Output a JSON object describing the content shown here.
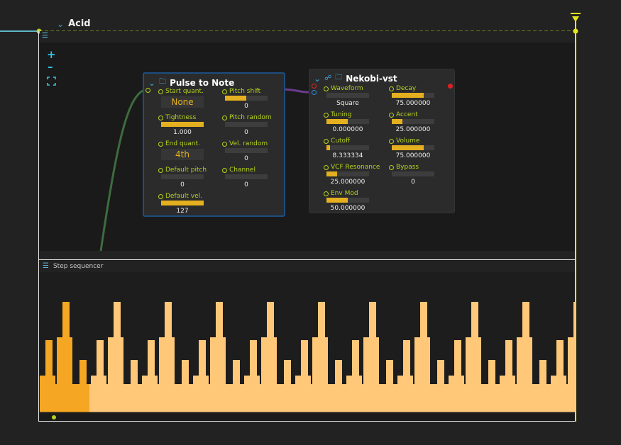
{
  "header": {
    "title": "Acid"
  },
  "nodes": {
    "pulse": {
      "title": "Pulse to Note",
      "params": [
        {
          "label": "Start quant.",
          "kind": "select",
          "value": "None"
        },
        {
          "label": "Pitch shift",
          "kind": "slider",
          "fill": 0.5,
          "value": "0"
        },
        {
          "label": "Tightness",
          "kind": "slider",
          "fill": 1.0,
          "value": "1.000"
        },
        {
          "label": "Pitch random",
          "kind": "slider",
          "fill": 0,
          "value": "0"
        },
        {
          "label": "End quant.",
          "kind": "select",
          "value": "4th"
        },
        {
          "label": "Vel. random",
          "kind": "slider",
          "fill": 0,
          "value": "0"
        },
        {
          "label": "Default pitch",
          "kind": "slider",
          "fill": 0,
          "value": "0"
        },
        {
          "label": "Channel",
          "kind": "slider",
          "fill": 0,
          "value": "0"
        },
        {
          "label": "Default vel.",
          "kind": "slider",
          "fill": 1.0,
          "value": "127"
        }
      ]
    },
    "nekobi": {
      "title": "Nekobi-vst",
      "params": [
        {
          "label": "Waveform",
          "kind": "slider",
          "fill": 0,
          "value": "Square"
        },
        {
          "label": "Decay",
          "kind": "slider",
          "fill": 0.75,
          "value": "75.000000"
        },
        {
          "label": "Tuning",
          "kind": "slider",
          "fill": 0.5,
          "value": "0.000000"
        },
        {
          "label": "Accent",
          "kind": "slider",
          "fill": 0.25,
          "value": "25.000000"
        },
        {
          "label": "Cutoff",
          "kind": "slider",
          "fill": 0.08,
          "value": "8.333334"
        },
        {
          "label": "Volume",
          "kind": "slider",
          "fill": 0.75,
          "value": "75.000000"
        },
        {
          "label": "VCF Resonance",
          "kind": "slider",
          "fill": 0.25,
          "value": "25.000000"
        },
        {
          "label": "Bypass",
          "kind": "slider",
          "fill": 0,
          "value": "0"
        },
        {
          "label": "Env Mod",
          "kind": "slider",
          "fill": 0.5,
          "value": "50.000000"
        }
      ]
    }
  },
  "sequencer": {
    "title": "Step sequencer"
  },
  "icons": {
    "menu": "hamburger-icon",
    "zoom_in": "plus-icon",
    "zoom_out": "minus-icon",
    "fit": "fit-view-icon"
  },
  "colors": {
    "accent_yellow": "#e4b01f",
    "port_green": "#b6d21e",
    "node_selected_border": "#1e4d7e",
    "playhead": "#e6e61e",
    "seq_bright": "#f5a623",
    "seq_light": "#ffc878"
  }
}
